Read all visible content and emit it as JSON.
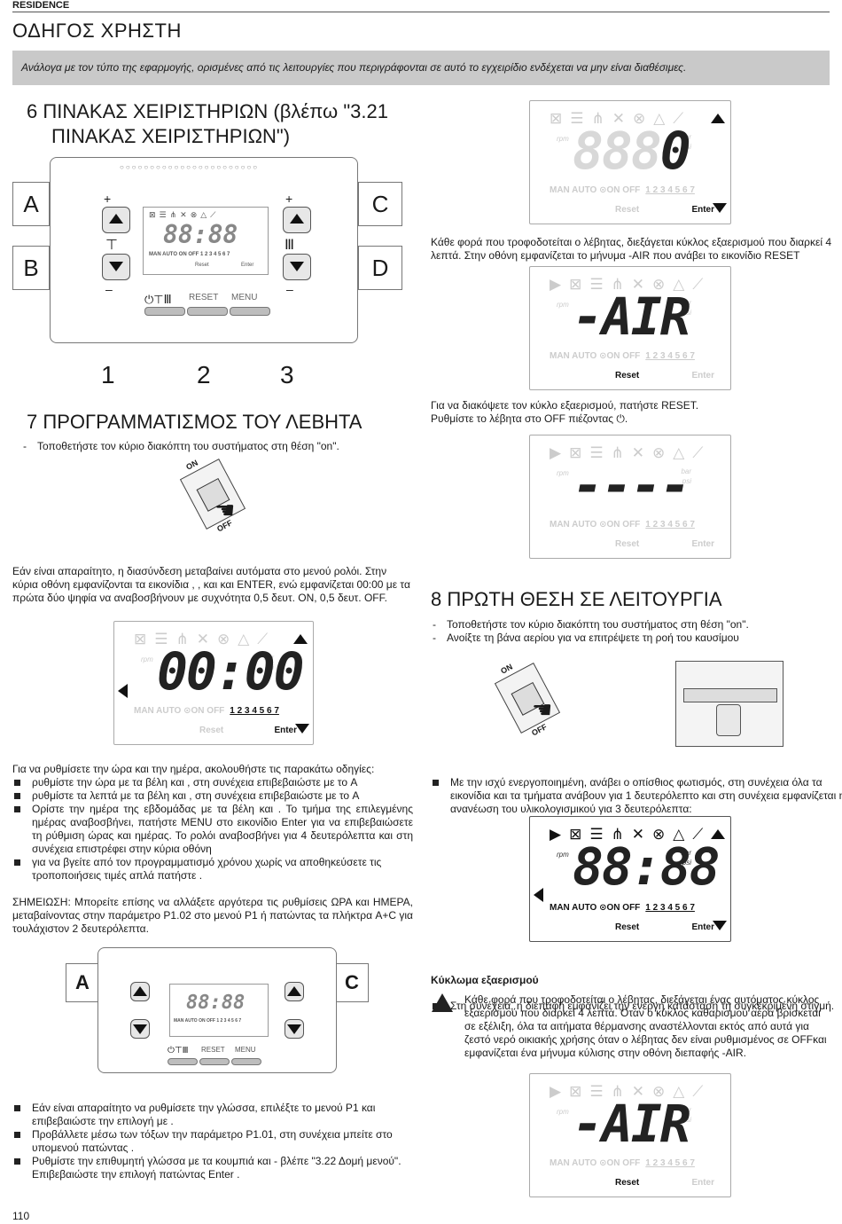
{
  "header": {
    "brand": "RESIDENCE",
    "title": "ΟΔΗΓΟΣ ΧΡΗΣΤΗ",
    "banner": "Ανάλογα με τον τύπο της εφαρμογής, ορισμένες από τις λειτουργίες που περιγράφονται σε αυτό το εγχειρίδιο ενδέχεται να μην είναι διαθέσιμες."
  },
  "section6": {
    "heading_line1": "6   ΠΙΝΑΚΑΣ ΧΕΙΡΙΣΤΗΡΙΩΝ (βλέπω \"3.21",
    "heading_line2": "ΠΙΝΑΚΑΣ ΧΕΙΡΙΣΤΗΡΙΩΝ\")",
    "labels": [
      "A",
      "B",
      "C",
      "D"
    ],
    "numbers": [
      "1",
      "2",
      "3"
    ],
    "button_reset": "RESET",
    "button_menu": "MENU",
    "plus": "+",
    "minus": "–"
  },
  "lcd": {
    "rpm": "rpm",
    "bar": "bar",
    "psi": "psi",
    "man_auto": "MAN AUTO",
    "on_off": "ON OFF",
    "days": "1 2 3 4 5 6 7",
    "reset": "Reset",
    "enter": "Enter",
    "digits_zero": "0",
    "digits_air": "-AIR",
    "digits_dash": "----",
    "digits_clock": "00:00",
    "digits_full": "88:88"
  },
  "right_col": {
    "p1": "Κάθε φορά που τροφοδοτείται ο λέβητας, διεξάγεται κύκλος εξαερισμού που διαρκεί 4 λεπτά. Στην οθόνη εμφανίζεται το μήνυμα -AIR που ανάβει το εικονίδιο RESET",
    "p2_line1": "Για να διακόψετε τον κύκλο εξαερισμού, πατήστε RESET.",
    "p2_line2": "Ρυθμίστε το λέβητα στο OFF πιέζοντας"
  },
  "section7": {
    "heading": "7   ΠΡΟΓΡΑΜΜΑΤΙΣΜΟΣ ΤΟΥ ΛΕΒΗΤΑ",
    "item1": "Τοποθετήστε τον κύριο διακόπτη του συστήματος στη θέση \"on\".",
    "switch_on": "ON",
    "switch_off": "OFF",
    "para": "Εάν είναι απαραίτητο, η διασύνδεση μεταβαίνει αυτόματα στο μενού ρολόι. Στην κύρια οθόνη εμφανίζονται τα εικονίδια    ,    ,    και    και ENTER, ενώ εμφανίζεται 00:00 με τα πρώτα δύο ψηφία να αναβοσβήνουν με συχνότητα 0,5 δευτ. ON, 0,5 δευτ. OFF."
  },
  "section8": {
    "heading": "8   ΠΡΩΤΗ ΘΕΣΗ ΣΕ ΛΕΙΤΟΥΡΓΙΑ",
    "item1": "Τοποθετήστε τον κύριο διακόπτη του συστήματος στη θέση \"on\".",
    "item2": "Ανοίξτε τη βάνα αερίου για να επιτρέψετε τη ροή του καυσίμου",
    "b1": "Με την ισχύ ενεργοποιημένη, ανάβει ο οπίσθιος φωτισμός, στη συνέχεια όλα τα εικονίδια και τα τμήματα ανάβουν για 1 δευτερόλεπτο και στη συνέχεια εμφανίζεται η ανανέωση του υλικολογισμικού για 3 δευτερόλεπτα:",
    "b2": "Στη συνέχεια, η διεπαφή εμφανίζει την ενεργή κατάσταση τη συγκεκριμένη στιγμή.",
    "sub": "Κύκλωμα εξαερισμού",
    "warn_text": "Κάθε φορά που τροφοδοτείται ο λέβητας, διεξάγεται ένας αυτόματος κύκλος εξαερισμού που διαρκεί 4 λεπτά. Όταν ο κύκλος καθαρισμού αέρα βρίσκεται σε εξέλιξη, όλα τα αιτήματα θέρμανσης αναστέλλονται εκτός από αυτά για ζεστό νερό οικιακής χρήσης όταν ο λέβητας δεν είναι ρυθμισμένος σε OFFκαι εμφανίζεται ένα μήνυμα κύλισης στην οθόνη διεπαφής -AIR."
  },
  "clock": {
    "intro": "Για να ρυθμίσετε την ώρα και την ημέρα, ακολουθήστε τις παρακάτω οδηγίες:",
    "b1": "ρυθμίστε την ώρα με τα βέλη    και    , στη συνέχεια επιβεβαιώστε με το A",
    "b2": "ρυθμίστε τα λεπτά με τα βέλη    και    , στη συνέχεια επιβεβαιώστε με το A",
    "b3": "Ορίστε την ημέρα της εβδομάδας με τα βέλη    και    . Το τμήμα της επιλεγμένης ημέρας αναβοσβήνει, πατήστε MENU στο εικονίδιο Enter για να επιβεβαιώσετε τη ρύθμιση ώρας και ημέρας. Το ρολόι αναβοσβήνει για 4 δευτερόλεπτα και στη συνέχεια επιστρέφει στην κύρια οθόνη",
    "b4": "για να βγείτε από τον προγραμματισμό χρόνου χωρίς να αποθηκεύσετε τις τροποποιήσεις τιμές απλά πατήστε   .",
    "note": "ΣΗΜΕΙΩΣΗ: Μπορείτε επίσης να αλλάξετε αργότερα τις ρυθμίσεις ΩΡΑ και ΗΜΕΡΑ, μεταβαίνοντας στην παράμετρο P1.02 στο μενού P1 ή πατώντας τα πλήκτρα A+C για τουλάχιστον 2 δευτερόλεπτα."
  },
  "language": {
    "b1": "Εάν είναι απαραίτητο να ρυθμίσετε την γλώσσα, επιλέξτε το μενού P1 και επιβεβαιώστε την επιλογή με   .",
    "b2": "Προβάλλετε μέσω των τόξων την παράμετρο P1.01, στη συνέχεια μπείτε στο υπομενού πατώντας   .",
    "b3": "Ρυθμίστε την επιθυμητή γλώσσα με τα κουμπιά    και    - βλέπε \"3.22 Δομή μενού\". Επιβεβαιώστε την επιλογή πατώντας Enter ."
  },
  "footer": {
    "page": "110"
  }
}
